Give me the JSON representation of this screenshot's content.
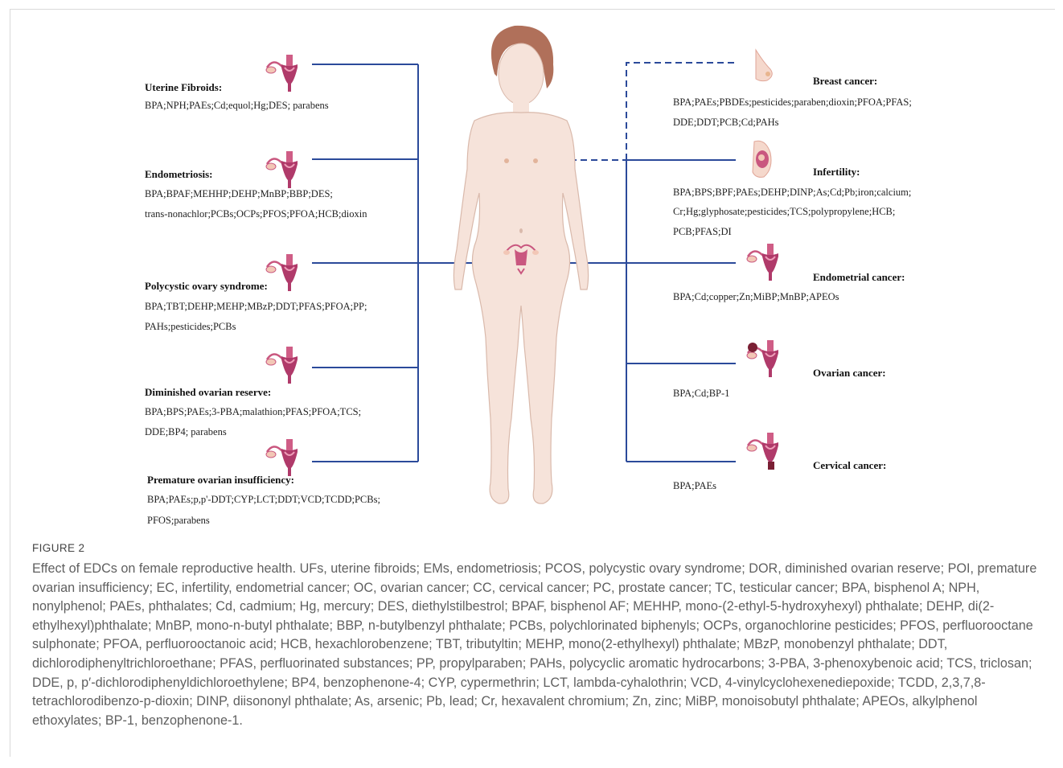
{
  "figure": {
    "left_items": [
      {
        "title": "Uterine Fibroids:",
        "lines": [
          "BPA;NPH;PAEs;Cd;equol;Hg;DES; parabens"
        ]
      },
      {
        "title": "Endometriosis:",
        "lines": [
          "BPA;BPAF;MEHHP;DEHP;MnBP;BBP;DES;",
          "trans-nonachlor;PCBs;OCPs;PFOS;PFOA;HCB;dioxin"
        ]
      },
      {
        "title": "Polycystic ovary syndrome:",
        "lines": [
          "BPA;TBT;DEHP;MEHP;MBzP;DDT;PFAS;PFOA;PP;",
          "PAHs;pesticides;PCBs"
        ]
      },
      {
        "title": "Diminished ovarian reserve:",
        "lines": [
          "BPA;BPS;PAEs;3-PBA;malathion;PFAS;PFOA;TCS;",
          "DDE;BP4; parabens"
        ]
      },
      {
        "title": "Premature ovarian insufficiency:",
        "lines": [
          "BPA;PAEs;p,p'-DDT;CYP;LCT;DDT;VCD;TCDD;PCBs;",
          "PFOS;parabens"
        ]
      }
    ],
    "right_items": [
      {
        "title": "Breast cancer:",
        "lines": [
          "BPA;PAEs;PBDEs;pesticides;paraben;dioxin;PFOA;PFAS;",
          "DDE;DDT;PCB;Cd;PAHs"
        ]
      },
      {
        "title": "Infertility:",
        "lines": [
          "BPA;BPS;BPF;PAEs;DEHP;DINP;As;Cd;Pb;iron;calcium;",
          "Cr;Hg;glyphosate;pesticides;TCS;polypropylene;HCB;",
          "PCB;PFAS;DI"
        ]
      },
      {
        "title": "Endometrial cancer:",
        "lines": [
          "BPA;Cd;copper;Zn;MiBP;MnBP;APEOs"
        ]
      },
      {
        "title": "Ovarian cancer:",
        "lines": [
          "BPA;Cd;BP-1"
        ]
      },
      {
        "title": "Cervical cancer:",
        "lines": [
          "BPA;PAEs"
        ]
      }
    ],
    "colors": {
      "connector": "#2b4a9a",
      "uterus": "#b03a6a",
      "skin": "#f6e3da",
      "hair": "#b0705a"
    }
  },
  "caption": {
    "label": "FIGURE 2",
    "text": "Effect of EDCs on female reproductive health. UFs, uterine fibroids; EMs, endometriosis; PCOS, polycystic ovary syndrome; DOR, diminished ovarian reserve; POI, premature ovarian insufficiency; EC, infertility, endometrial cancer; OC, ovarian cancer; CC, cervical cancer; PC, prostate cancer; TC, testicular cancer; BPA, bisphenol A; NPH, nonylphenol; PAEs, phthalates; Cd, cadmium; Hg, mercury; DES, diethylstilbestrol; BPAF, bisphenol AF; MEHHP, mono-(2-ethyl-5-hydroxyhexyl) phthalate; DEHP, di(2-ethylhexyl)phthalate; MnBP, mono-n-butyl phthalate; BBP, n-butylbenzyl phthalate; PCBs, polychlorinated biphenyls; OCPs, organochlorine pesticides; PFOS, perfluorooctane sulphonate; PFOA, perfluorooctanoic acid; HCB, hexachlorobenzene; TBT, tributyltin; MEHP, mono(2-ethylhexyl) phthalate; MBzP, monobenzyl phthalate; DDT, dichlorodiphenyltrichloroethane; PFAS, perfluorinated substances; PP, propylparaben; PAHs, polycyclic aromatic hydrocarbons; 3-PBA, 3-phenoxybenoic acid; TCS, triclosan; DDE, p, p′-dichlorodiphenyldichloroethylene; BP4, benzophenone-4; CYP, cypermethrin; LCT, lambda-cyhalothrin; VCD, 4-vinylcyclohexenediepoxide; TCDD, 2,3,7,8-tetrachlorodibenzo-p-dioxin; DINP, diisononyl phthalate; As, arsenic; Pb, lead; Cr, hexavalent chromium; Zn, zinc; MiBP, monoisobutyl phthalate; APEOs, alkylphenol ethoxylates; BP-1, benzophenone-1."
  }
}
